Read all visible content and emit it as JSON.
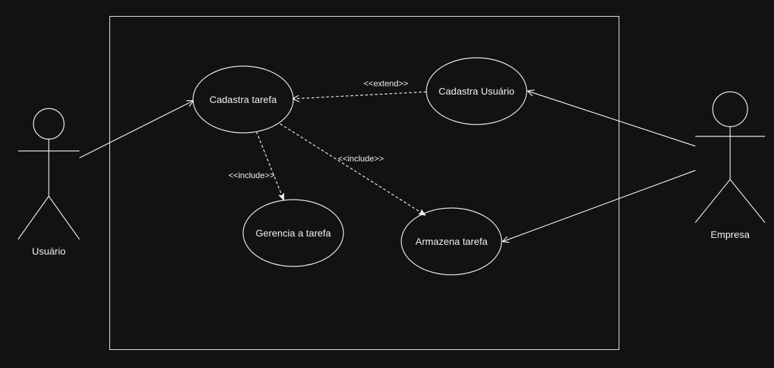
{
  "colors": {
    "background": "#121212",
    "stroke": "#f0f0f0",
    "text": "#f0f0f0"
  },
  "actors": {
    "left": {
      "label": "Usuário"
    },
    "right": {
      "label": "Empresa"
    }
  },
  "use_cases": {
    "cadastra_tarefa": "Cadastra tarefa",
    "cadastra_usuario": "Cadastra Usuário",
    "gerencia_tarefa": "Gerencia a tarefa",
    "armazena_tarefa": "Armazena tarefa"
  },
  "relations": {
    "extend": "<<extend>>",
    "include_gerencia": "<<include>>",
    "include_armazena": "<<include>>"
  }
}
